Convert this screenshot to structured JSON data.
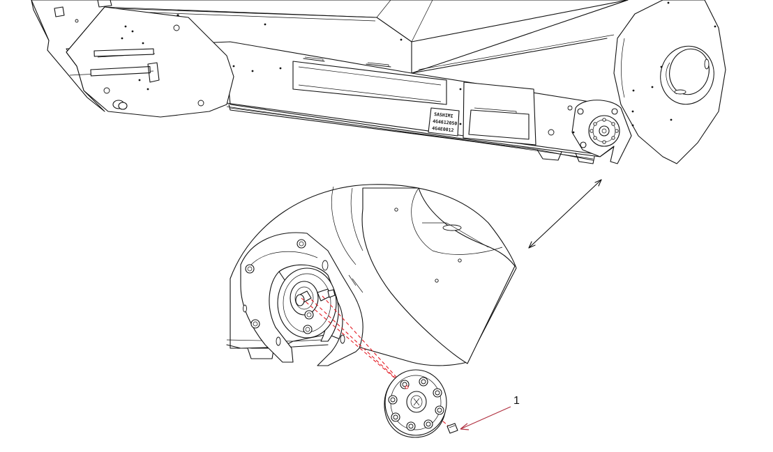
{
  "callouts": [
    {
      "label": "1",
      "points_to": "fastener"
    }
  ],
  "nameplate": {
    "lines": [
      "SASHIMI",
      "4G4612050",
      "4G4E0012"
    ]
  },
  "colors": {
    "line": "#111111",
    "alignment_guide": "#e31b23",
    "leader": "#b03040",
    "background": "#ffffff"
  }
}
